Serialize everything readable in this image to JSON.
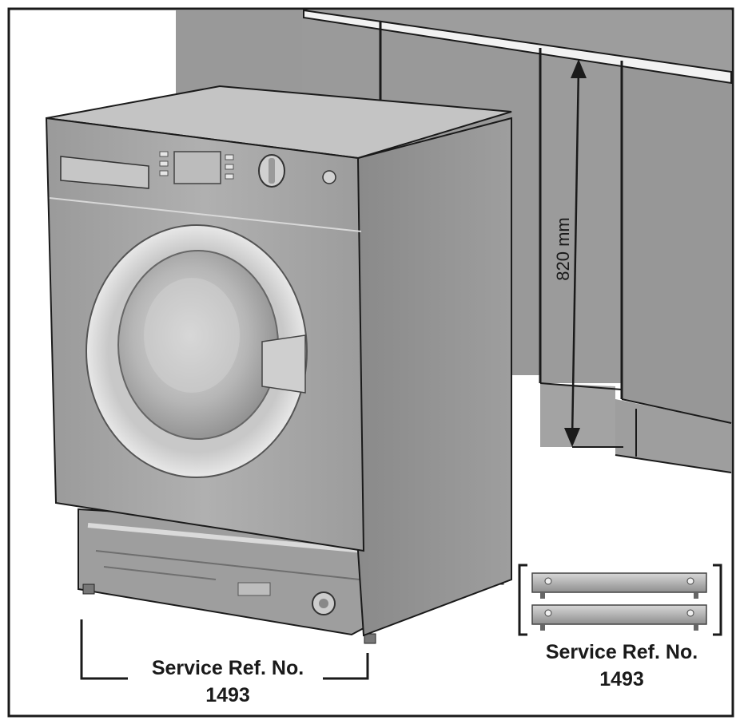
{
  "dimension_label": "820 mm",
  "callout_machine": {
    "line1": "Service Ref. No.",
    "line2": "1493"
  },
  "callout_plinth": {
    "line1": "Service Ref. No.",
    "line2": "1493"
  },
  "colors": {
    "wall": "#999999",
    "machine_body": "#a4a4a4",
    "machine_side": "#8e8e8e",
    "outline": "#1a1a1a"
  }
}
